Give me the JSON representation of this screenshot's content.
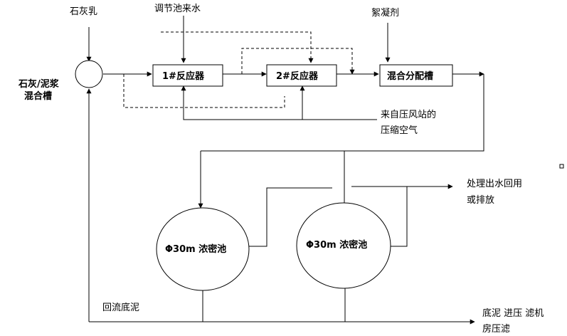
{
  "labels": {
    "lime_milk": "石灰乳",
    "regulating_water": "调节池来水",
    "flocculant": "絮凝剂",
    "mixing_tank_line1": "石灰/泥浆",
    "mixing_tank_line2": "混合槽",
    "reactor1": "1#反应器",
    "reactor2": "2#反应器",
    "distribution_tank": "混合分配槽",
    "air_line1": "来自压风站的",
    "air_line2": "压缩空气",
    "effluent_line1": "处理出水回用",
    "effluent_line2": "或排放",
    "thickener1": "Φ30m 浓密池",
    "thickener2": "Φ30m 浓密池",
    "return_sludge": "回流底泥",
    "sludge_line1": "底泥 进压 滤机",
    "sludge_line2": "房压滤"
  }
}
